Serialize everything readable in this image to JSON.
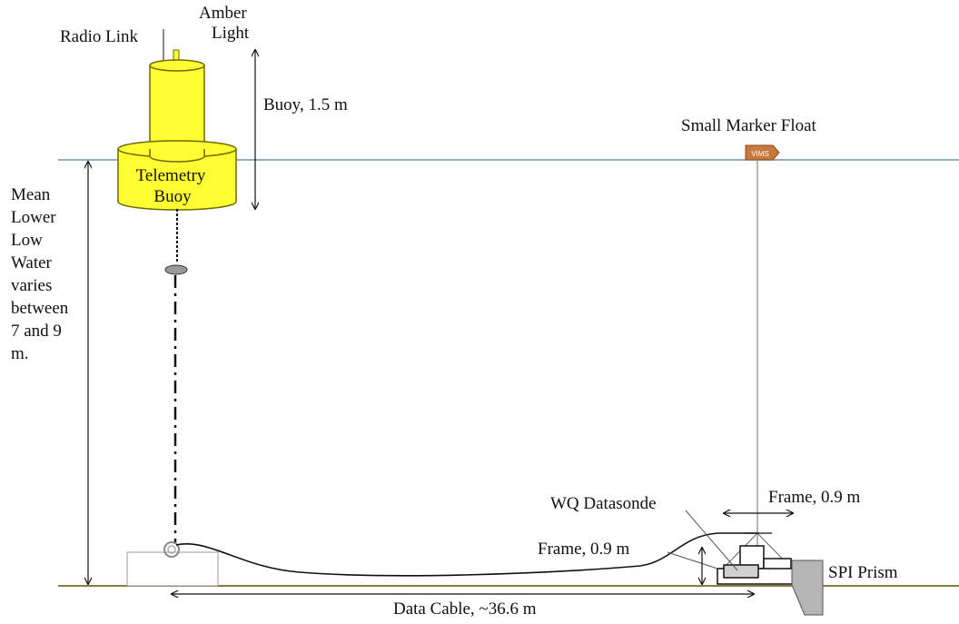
{
  "labels": {
    "radio_link": "Radio Link",
    "amber_line1": "Amber",
    "amber_line2": "Light",
    "buoy_height": "Buoy, 1.5 m",
    "small_marker_float": "Small Marker Float",
    "vims": "VIMS",
    "telemetry_line1": "Telemetry",
    "telemetry_line2": "Buoy",
    "mllw": [
      "Mean",
      "Lower",
      "Low",
      "Water",
      "varies",
      "between",
      "7 and 9",
      "m."
    ],
    "wq_datasonde": "WQ Datasonde",
    "frame_top": "Frame, 0.9 m",
    "frame_side": "Frame, 0.9 m",
    "spi_prism": "SPI Prism",
    "data_cable": "Data Cable, ~36.6 m"
  },
  "colors": {
    "water_line": "#6f8fa8",
    "seabed": "#8a7a45",
    "buoy_yellow": "#ffff33",
    "buoy_outline": "#6b6b00",
    "marker_float": "#c8783a",
    "prism_gray": "#b5b5b5"
  }
}
